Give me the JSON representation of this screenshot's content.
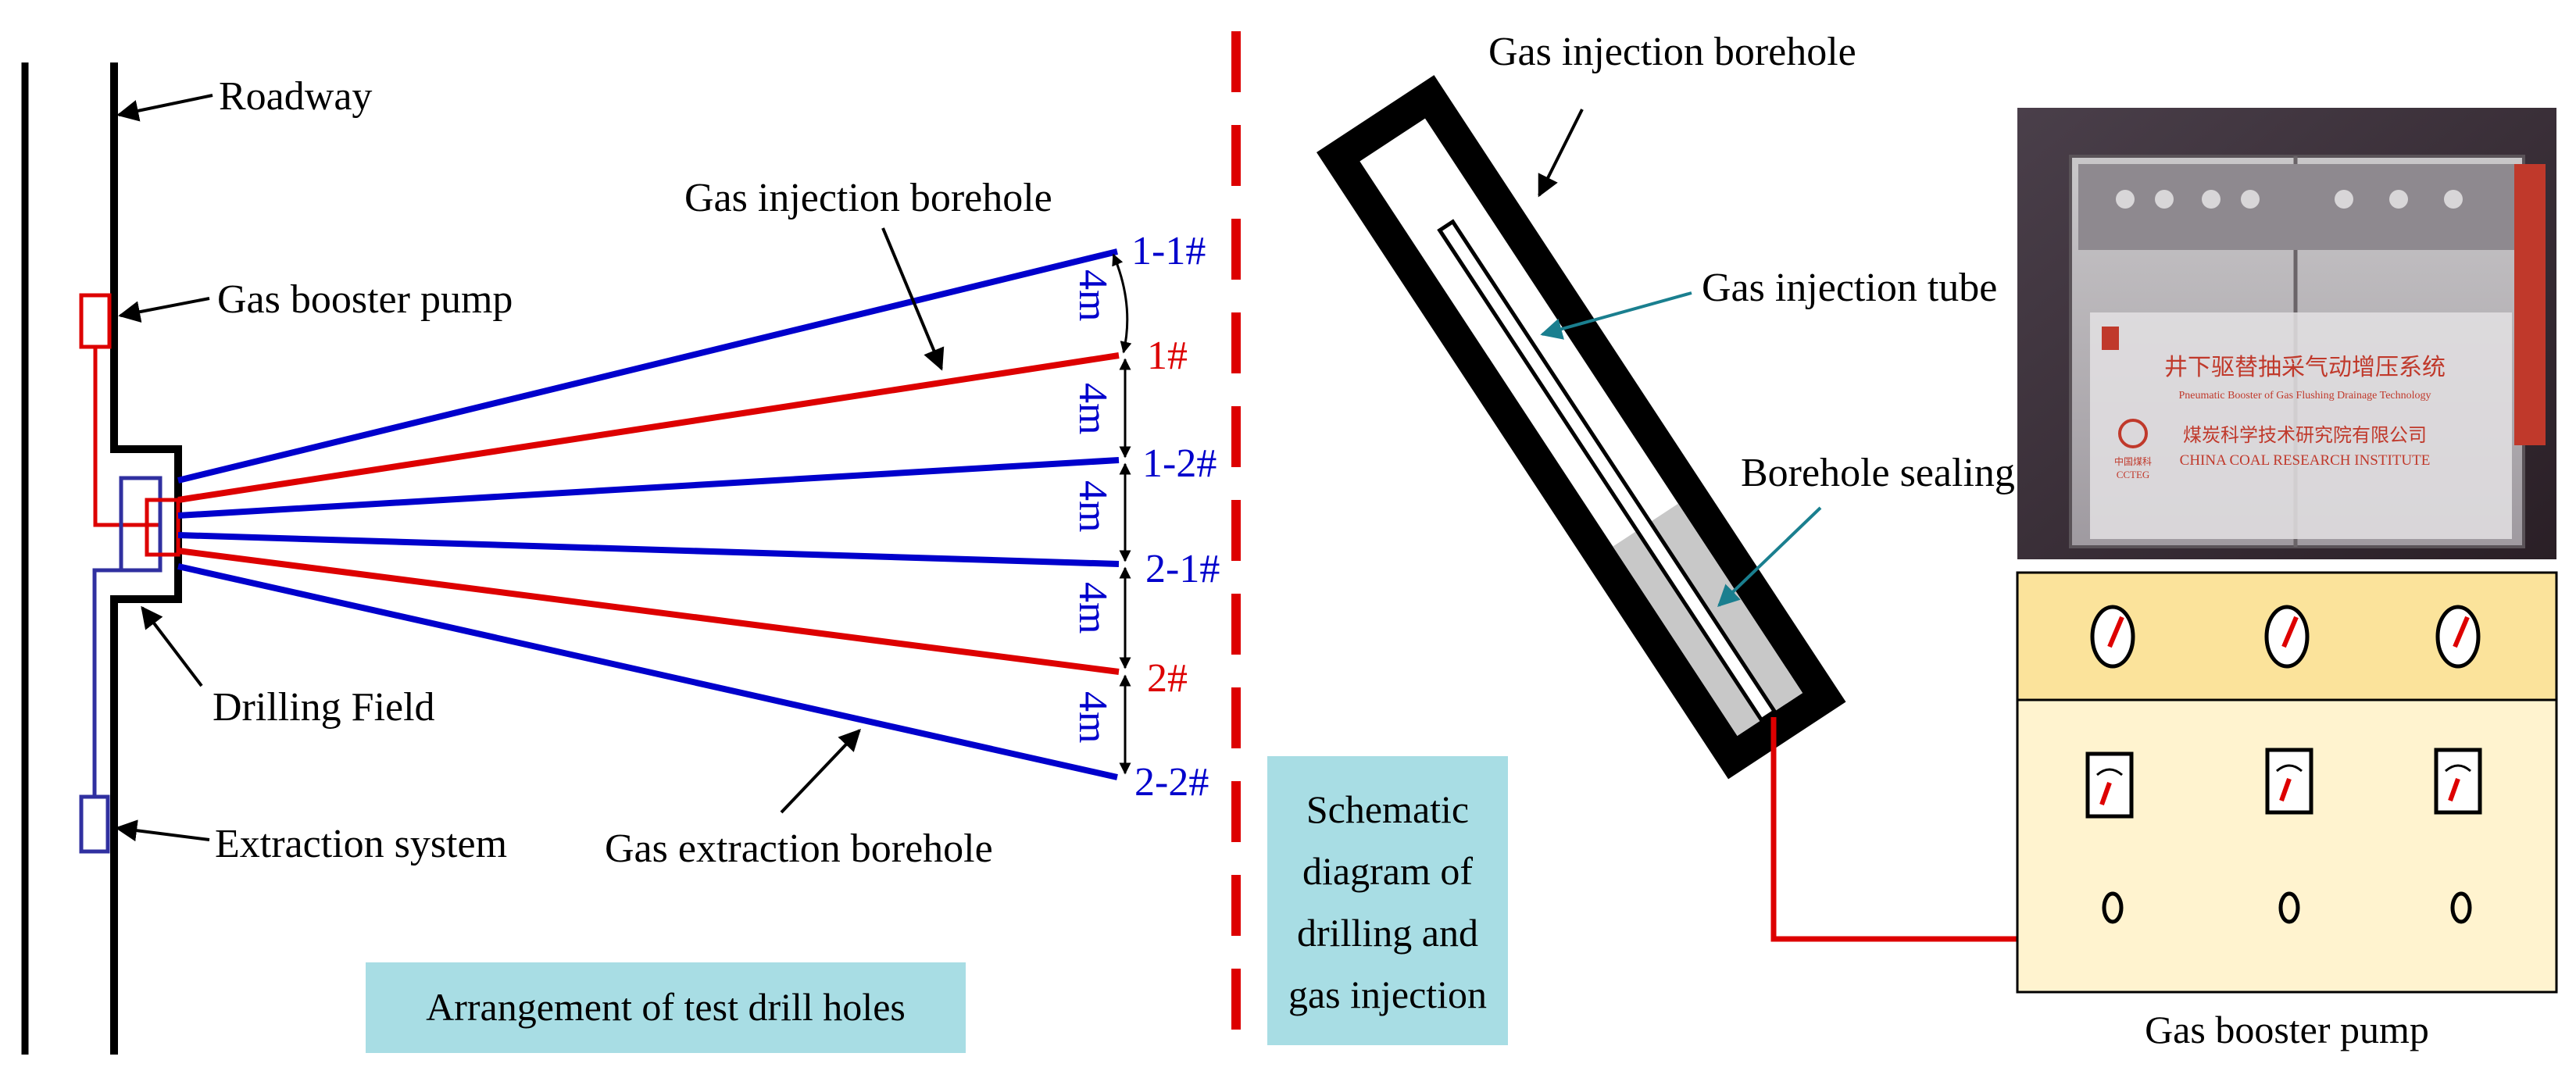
{
  "left_panel": {
    "roadway": "Roadway",
    "booster_pump": "Gas booster pump",
    "drilling_field": "Drilling Field",
    "extraction_system": "Extraction system",
    "injection_borehole": "Gas injection borehole",
    "extraction_borehole": "Gas extraction borehole",
    "caption": "Arrangement of test drill holes",
    "holes": [
      {
        "label": "1-1#",
        "kind": "extraction",
        "color": "#0000cc"
      },
      {
        "label": "1#",
        "kind": "injection",
        "color": "#dd0000"
      },
      {
        "label": "1-2#",
        "kind": "extraction",
        "color": "#0000cc"
      },
      {
        "label": "2-1#",
        "kind": "extraction",
        "color": "#0000cc"
      },
      {
        "label": "2#",
        "kind": "injection",
        "color": "#dd0000"
      },
      {
        "label": "2-2#",
        "kind": "extraction",
        "color": "#0000cc"
      }
    ],
    "spacing_labels": [
      "4m",
      "4m",
      "4m",
      "4m",
      "4m"
    ]
  },
  "middle_caption": {
    "lines": [
      "Schematic",
      "diagram of",
      "drilling and",
      "gas injection"
    ]
  },
  "right_panel": {
    "injection_borehole": "Gas injection borehole",
    "injection_tube": "Gas injection tube",
    "borehole_sealing": "Borehole sealing",
    "pump_caption": "Gas booster pump",
    "photo": {
      "title_cn": "井下驱替抽采气动增压系统",
      "title_en": "Pneumatic Booster of Gas Flushing Drainage Technology",
      "org_cn": "煤炭科学技术研究院有限公司",
      "org_en": "CHINA COAL RESEARCH INSTITUTE",
      "logo_cn": "中国煤科",
      "logo_en": "CCTEG"
    }
  },
  "colors": {
    "caption_bg": "#a8dde4",
    "pump_top": "#fbe39b",
    "pump_body": "#fff3cf",
    "extraction": "#0000cc",
    "injection": "#dd0000",
    "pointer": "#1a7f8f"
  }
}
